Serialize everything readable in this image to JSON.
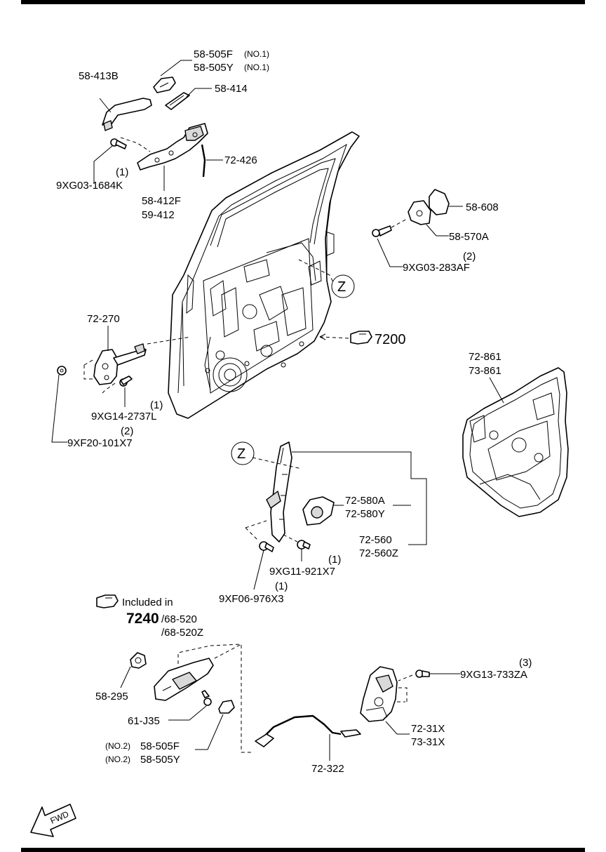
{
  "labels": {
    "p58_505F_top": "58-505F",
    "p58_505Y_top": "58-505Y",
    "no1_a": "(NO.1)",
    "no1_b": "(NO.1)",
    "p58_413B": "58-413B",
    "p58_414": "58-414",
    "p72_426": "72-426",
    "qty_1684K": "(1)",
    "p9XG03_1684K": "9XG03-1684K",
    "p58_412F": "58-412F",
    "p59_412": "59-412",
    "p58_608": "58-608",
    "p58_570A": "58-570A",
    "qty_283AF": "(2)",
    "p9XG03_283AF": "9XG03-283AF",
    "ref_7200": "7200",
    "callout_Z1": "Z",
    "p72_270": "72-270",
    "qty_2737L": "(1)",
    "p9XG14_2737L": "9XG14-2737L",
    "qty_101X7": "(2)",
    "p9XF20_101X7": "9XF20-101X7",
    "p72_861": "72-861",
    "p73_861": "73-861",
    "callout_Z2": "Z",
    "p72_580A": "72-580A",
    "p72_580Y": "72-580Y",
    "p72_560": "72-560",
    "p72_560Z": "72-560Z",
    "qty_921X7": "(1)",
    "p9XG11_921X7": "9XG11-921X7",
    "qty_976X3": "(1)",
    "p9XF06_976X3": "9XF06-976X3",
    "included_in": "Included in",
    "ref_7240": "7240",
    "ref_68_520": "/68-520",
    "ref_68_520Z": "/68-520Z",
    "p58_295": "58-295",
    "p61_J35": "61-J35",
    "no2_a": "(NO.2)",
    "no2_b": "(NO.2)",
    "p58_505F_bot": "58-505F",
    "p58_505Y_bot": "58-505Y",
    "qty_733ZA": "(3)",
    "p9XG13_733ZA": "9XG13-733ZA",
    "p72_31X": "72-31X",
    "p73_31X": "73-31X",
    "p72_322": "72-322",
    "fwd": "FWD"
  },
  "icons": {
    "reference_hand": "pointing-hand-icon",
    "direction_arrow": "fwd-arrow-icon"
  },
  "colors": {
    "line": "#000000",
    "background": "#ffffff"
  }
}
